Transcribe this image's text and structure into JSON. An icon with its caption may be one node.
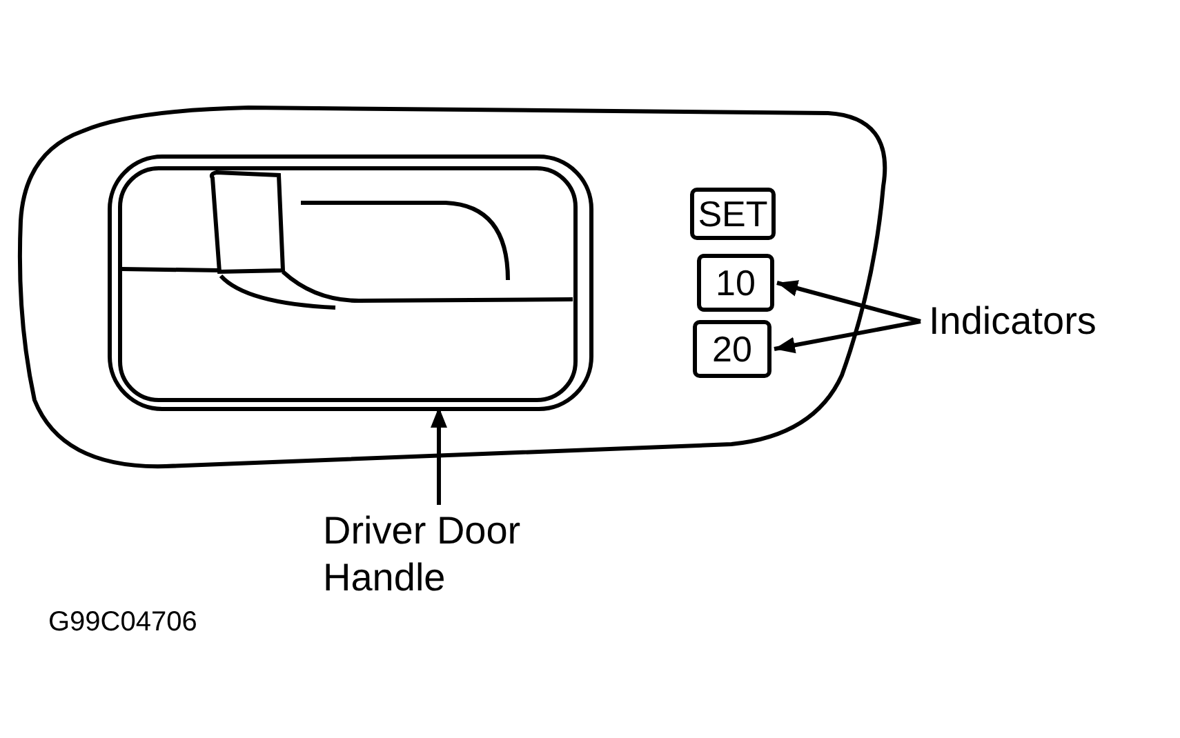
{
  "diagram": {
    "nodes": [
      {
        "text": [
          "Driver Door Handle"
        ]
      },
      {
        "text": [],
        "shape": "box"
      },
      {
        "text": [
          "SET"
        ]
      },
      {
        "text": [
          "10"
        ]
      },
      {
        "text": [
          "20"
        ]
      },
      {
        "text": [
          "Indicators"
        ]
      }
    ],
    "edges": [
      {
        "from": 0,
        "to": 1,
        "arrow": "to"
      },
      {
        "from": 5,
        "to": 3,
        "arrow": "to"
      },
      {
        "from": 5,
        "to": 4,
        "arrow": "to"
      }
    ],
    "labels": [
      "G99C04706"
    ]
  }
}
